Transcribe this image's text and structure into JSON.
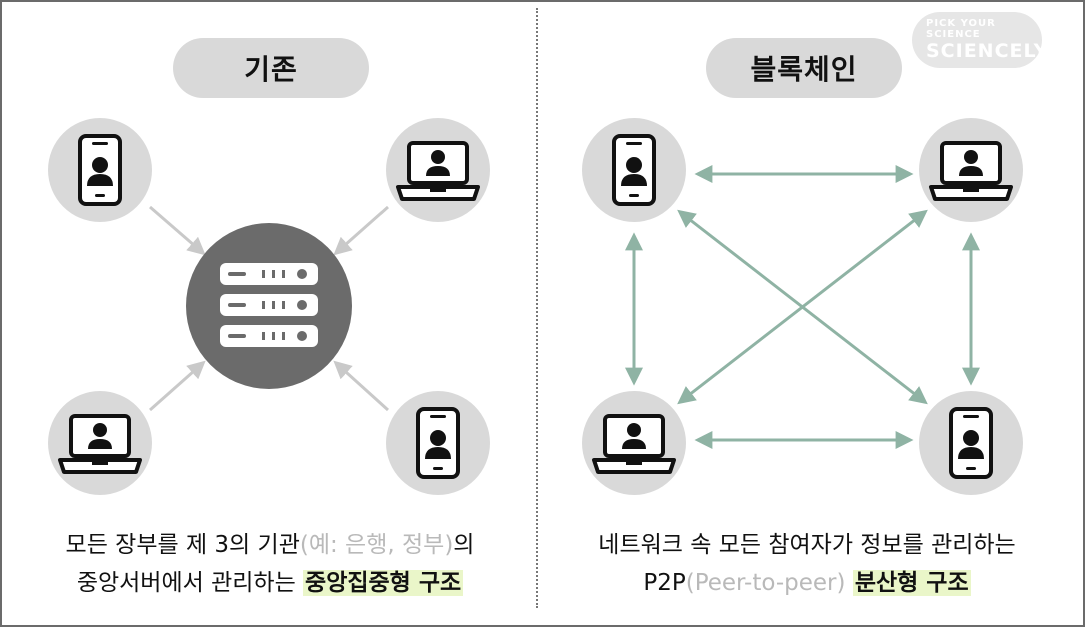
{
  "left": {
    "title": "기존",
    "caption": {
      "line1_prefix": "모든 장부를 제 3의 기관",
      "line1_muted": "(예: 은행, 정부)",
      "line1_suffix": "의",
      "line2_prefix": "중앙서버에서 관리하는 ",
      "line2_highlight": "중앙집중형 구조"
    }
  },
  "right": {
    "title": "블록체인",
    "caption": {
      "line1": "네트워크 속 모든 참여자가 정보를 관리하는",
      "line2_prefix": "P2P",
      "line2_muted": "(Peer-to-peer)",
      "line2_space": " ",
      "line2_highlight": "분산형 구조"
    }
  },
  "watermark": {
    "top": "PICK YOUR SCIENCE",
    "main": "SCIENCELY:)"
  },
  "colors": {
    "node_bg": "#d9d9d9",
    "server_bg": "#6b6b6b",
    "central_arrow": "#c9c9c9",
    "p2p_arrow": "#8fb3a4",
    "highlight": "#eaf6c9"
  }
}
